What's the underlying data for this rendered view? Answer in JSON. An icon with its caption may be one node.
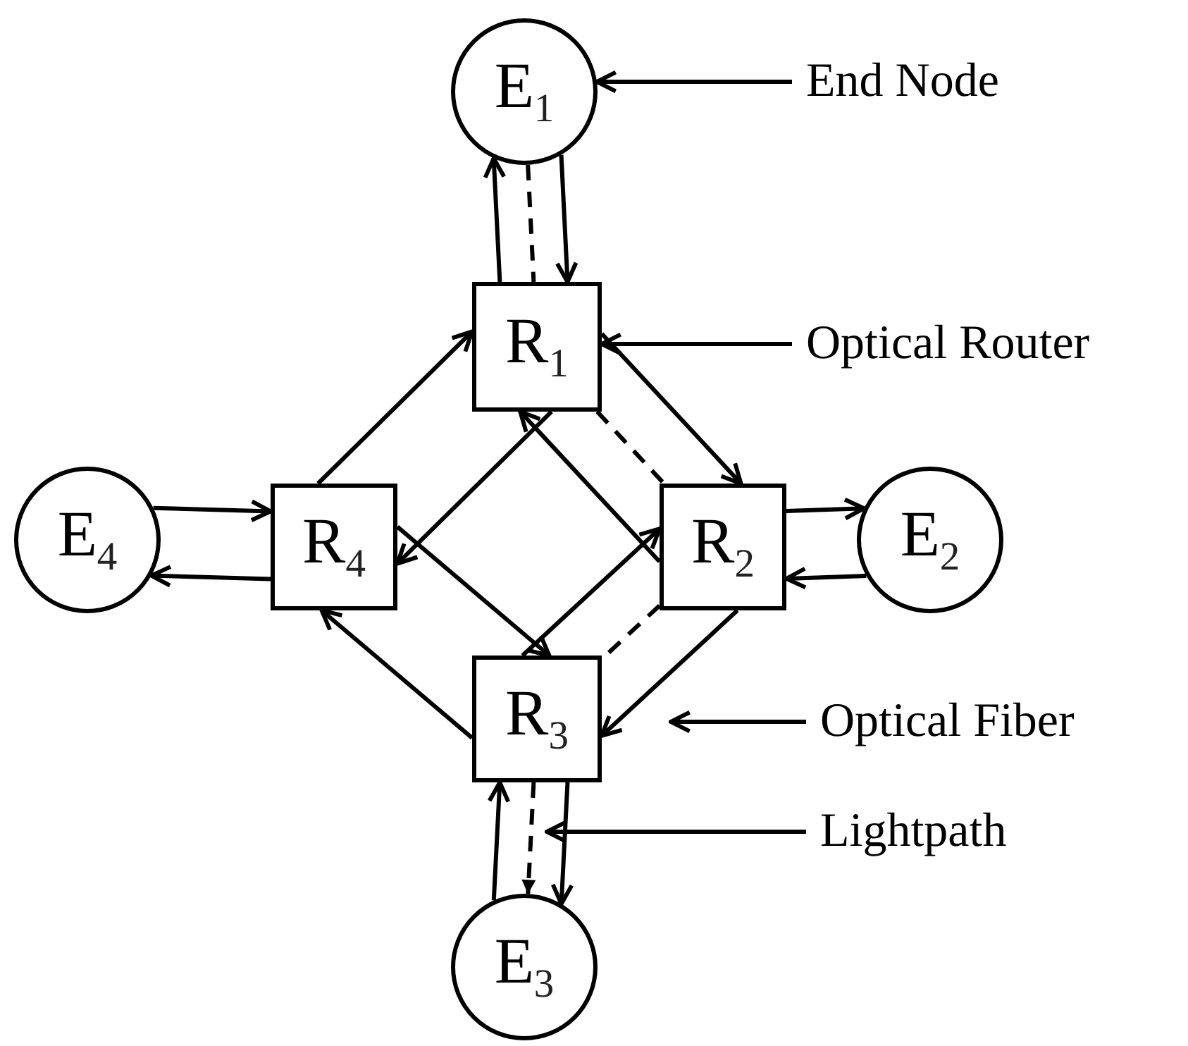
{
  "diagram": {
    "nodes": [
      {
        "text": [
          "E$_{1}$"
        ]
      },
      {
        "text": [
          "R$_{1}$"
        ]
      },
      {
        "text": [
          "E$_{4}$"
        ]
      },
      {
        "text": [
          "R$_{4}$"
        ]
      },
      {
        "text": [
          "R$_{2}$"
        ]
      },
      {
        "text": [
          "E$_{2}$"
        ]
      },
      {
        "text": [
          "R$_{3}$"
        ]
      },
      {
        "text": [
          "E$_{3}$"
        ]
      },
      {
        "text": [
          "End Node"
        ]
      },
      {
        "text": [
          "Optical Router"
        ]
      },
      {
        "text": [
          "Optical Fiber"
        ]
      },
      {
        "text": [
          "Lightpath"
        ]
      }
    ],
    "edges": [
      {
        "from": 0,
        "to": 1,
        "arrow": "to"
      },
      {
        "from": 1,
        "to": 0,
        "arrow": "to"
      },
      {
        "from": 1,
        "to": 4,
        "arrow": "to"
      },
      {
        "from": 4,
        "to": 1,
        "arrow": "to"
      },
      {
        "from": 3,
        "to": 1,
        "arrow": "to"
      },
      {
        "from": 1,
        "to": 3,
        "arrow": "to"
      },
      {
        "from": 2,
        "to": 3,
        "arrow": "to"
      },
      {
        "from": 3,
        "to": 2,
        "arrow": "to"
      },
      {
        "from": 4,
        "to": 5,
        "arrow": "to"
      },
      {
        "from": 5,
        "to": 4,
        "arrow": "to"
      },
      {
        "from": 3,
        "to": 6,
        "arrow": "to"
      },
      {
        "from": 6,
        "to": 3,
        "arrow": "to"
      },
      {
        "from": 6,
        "to": 4,
        "arrow": "to"
      },
      {
        "from": 4,
        "to": 6,
        "arrow": "to"
      },
      {
        "from": 6,
        "to": 7,
        "arrow": "to"
      },
      {
        "from": 7,
        "to": 6,
        "arrow": "to"
      },
      {
        "from": 0,
        "to": 1,
        "arrow": "none",
        "style": "dashed"
      },
      {
        "from": 1,
        "to": 4,
        "arrow": "none",
        "style": "dashed"
      },
      {
        "from": 4,
        "to": 6,
        "arrow": "none",
        "style": "dashed"
      },
      {
        "from": 6,
        "to": 7,
        "arrow": "to",
        "style": "dashed"
      },
      {
        "from": 8,
        "to": 0,
        "arrow": "to"
      },
      {
        "from": 9,
        "to": 1,
        "arrow": "to"
      },
      {
        "from": 10,
        "to": null,
        "arrow": "to"
      },
      {
        "from": 11,
        "to": null,
        "arrow": "to"
      }
    ]
  }
}
